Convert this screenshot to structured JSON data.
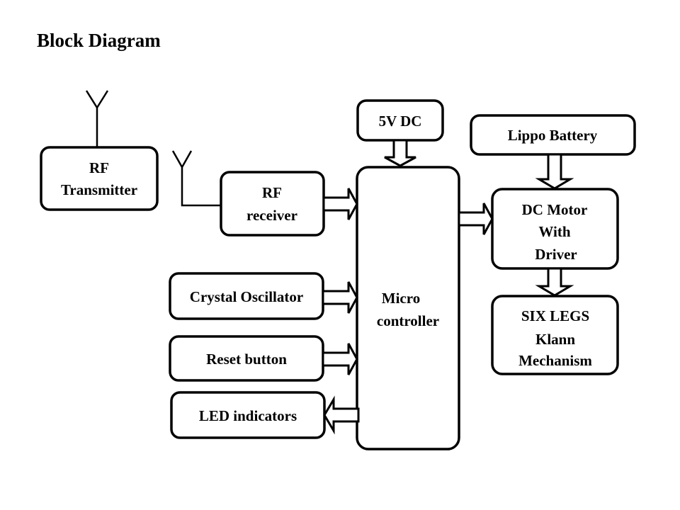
{
  "title": "Block Diagram",
  "blocks": {
    "rf_transmitter": [
      "RF",
      "Transmitter"
    ],
    "rf_receiver": [
      "RF",
      "receiver"
    ],
    "crystal_oscillator": [
      "Crystal Oscillator"
    ],
    "reset_button": [
      "Reset button"
    ],
    "led_indicators": [
      "LED indicators"
    ],
    "power_5v": [
      "5V DC"
    ],
    "microcontroller": [
      "Micro",
      "controller"
    ],
    "lippo_battery": [
      "Lippo Battery"
    ],
    "dc_motor": [
      "DC Motor",
      "With",
      "Driver"
    ],
    "six_legs": [
      "SIX LEGS",
      "Klann",
      "Mechanism"
    ]
  },
  "connections": [
    {
      "from": "rf_receiver",
      "to": "microcontroller"
    },
    {
      "from": "crystal_oscillator",
      "to": "microcontroller"
    },
    {
      "from": "reset_button",
      "to": "microcontroller"
    },
    {
      "from": "microcontroller",
      "to": "led_indicators"
    },
    {
      "from": "power_5v",
      "to": "microcontroller"
    },
    {
      "from": "microcontroller",
      "to": "dc_motor"
    },
    {
      "from": "lippo_battery",
      "to": "dc_motor"
    },
    {
      "from": "dc_motor",
      "to": "six_legs"
    }
  ],
  "colors": {
    "stroke": "#000000",
    "fill": "#ffffff",
    "text": "#000000"
  }
}
